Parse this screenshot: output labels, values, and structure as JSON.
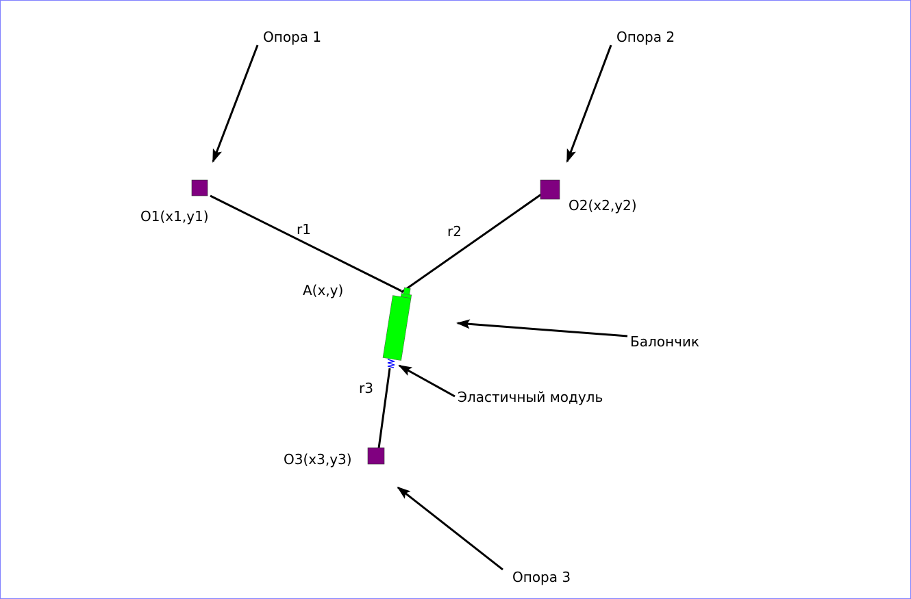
{
  "labels": {
    "support1": "Опора 1",
    "support2": "Опора 2",
    "support3": "Опора 3",
    "o1": "O1(x1,y1)",
    "o2": "O2(x2,y2)",
    "o3": "O3(x3,y3)",
    "r1": "r1",
    "r2": "r2",
    "r3": "r3",
    "point_a": "A(x,y)",
    "canister": "Балончик",
    "elastic_module": "Эластичный модуль"
  },
  "colors": {
    "support": "#800080",
    "canister": "#00ff00",
    "spring": "#0000ff",
    "line": "#000000",
    "border": "#8080ff"
  }
}
